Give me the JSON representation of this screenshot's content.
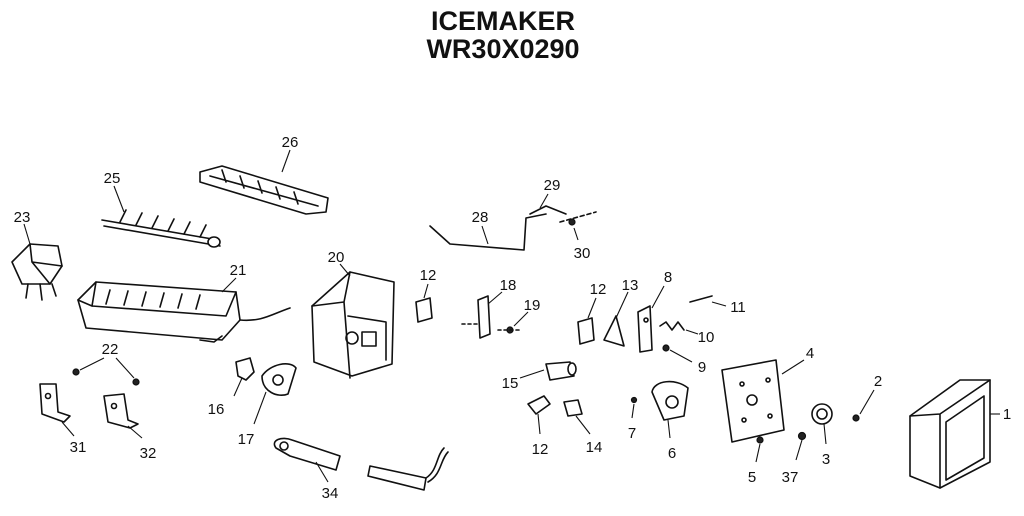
{
  "title": {
    "line1": "ICEMAKER",
    "line2": "WR30X0290"
  },
  "callouts": {
    "c1": "1",
    "c2": "2",
    "c3": "3",
    "c4": "4",
    "c5": "5",
    "c6": "6",
    "c7": "7",
    "c8": "8",
    "c9": "9",
    "c10": "10",
    "c11": "11",
    "c12a": "12",
    "c12b": "12",
    "c12c": "12",
    "c13": "13",
    "c14": "14",
    "c15": "15",
    "c16": "16",
    "c17": "17",
    "c18": "18",
    "c19": "19",
    "c20": "20",
    "c21": "21",
    "c22": "22",
    "c23": "23",
    "c25": "25",
    "c26": "26",
    "c28": "28",
    "c29": "29",
    "c30": "30",
    "c31": "31",
    "c32": "32",
    "c34": "34",
    "c37": "37"
  }
}
